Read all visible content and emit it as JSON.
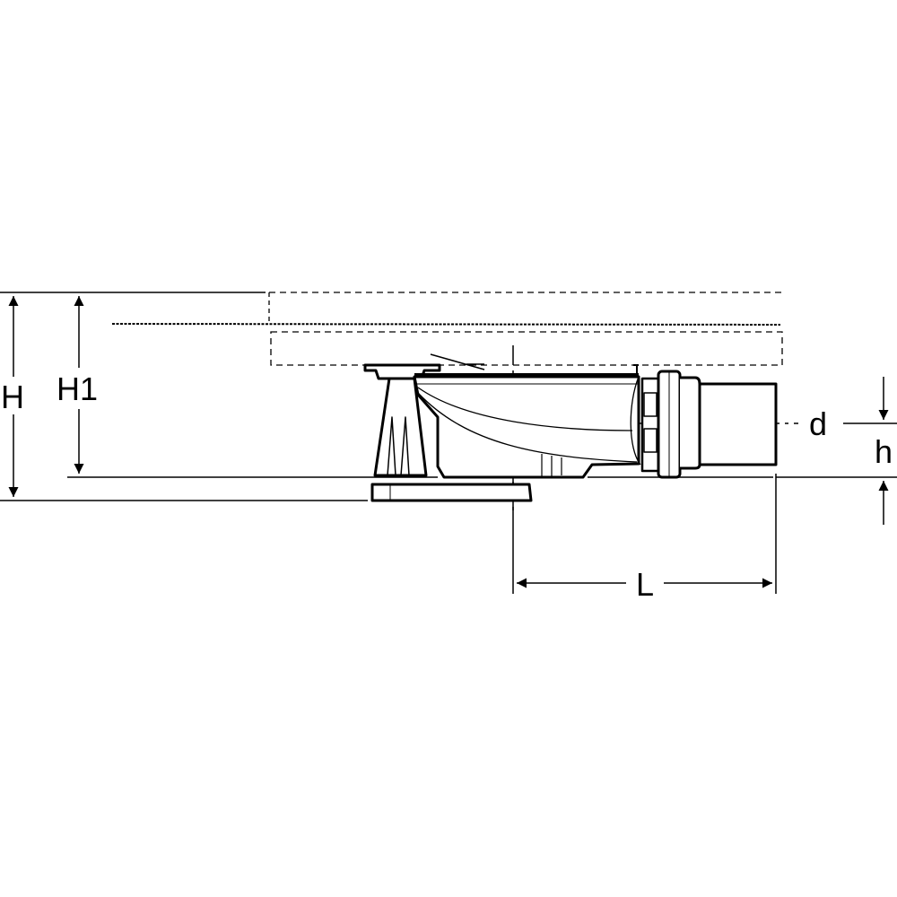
{
  "diagram": {
    "dimension_labels": {
      "H": "H",
      "H1": "H1",
      "d": "d",
      "h": "h",
      "L": "L"
    },
    "line_color": "#000000",
    "background": "#ffffff"
  }
}
